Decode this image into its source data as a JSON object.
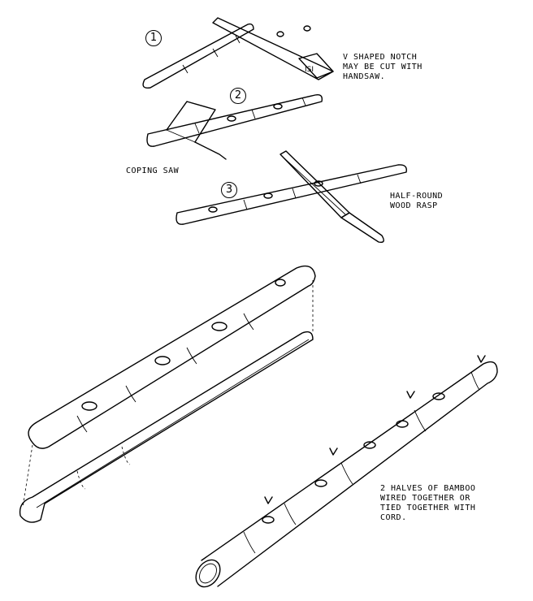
{
  "steps": [
    {
      "number": "1",
      "label": "V SHAPED NOTCH MAY BE CUT WITH HANDSAW.",
      "label_lines": [
        "V SHAPED NOTCH",
        "MAY BE CUT WITH",
        "HANDSAW."
      ]
    },
    {
      "number": "2",
      "label": "COPING SAW"
    },
    {
      "number": "3",
      "label": "HALF-ROUND WOOD RASP",
      "label_lines": [
        "HALF-ROUND",
        "WOOD RASP"
      ]
    }
  ],
  "assembly_note_lines": [
    "2 HALVES OF BAMBOO",
    "WIRED TOGETHER OR",
    "TIED TOGETHER WITH",
    "CORD."
  ]
}
